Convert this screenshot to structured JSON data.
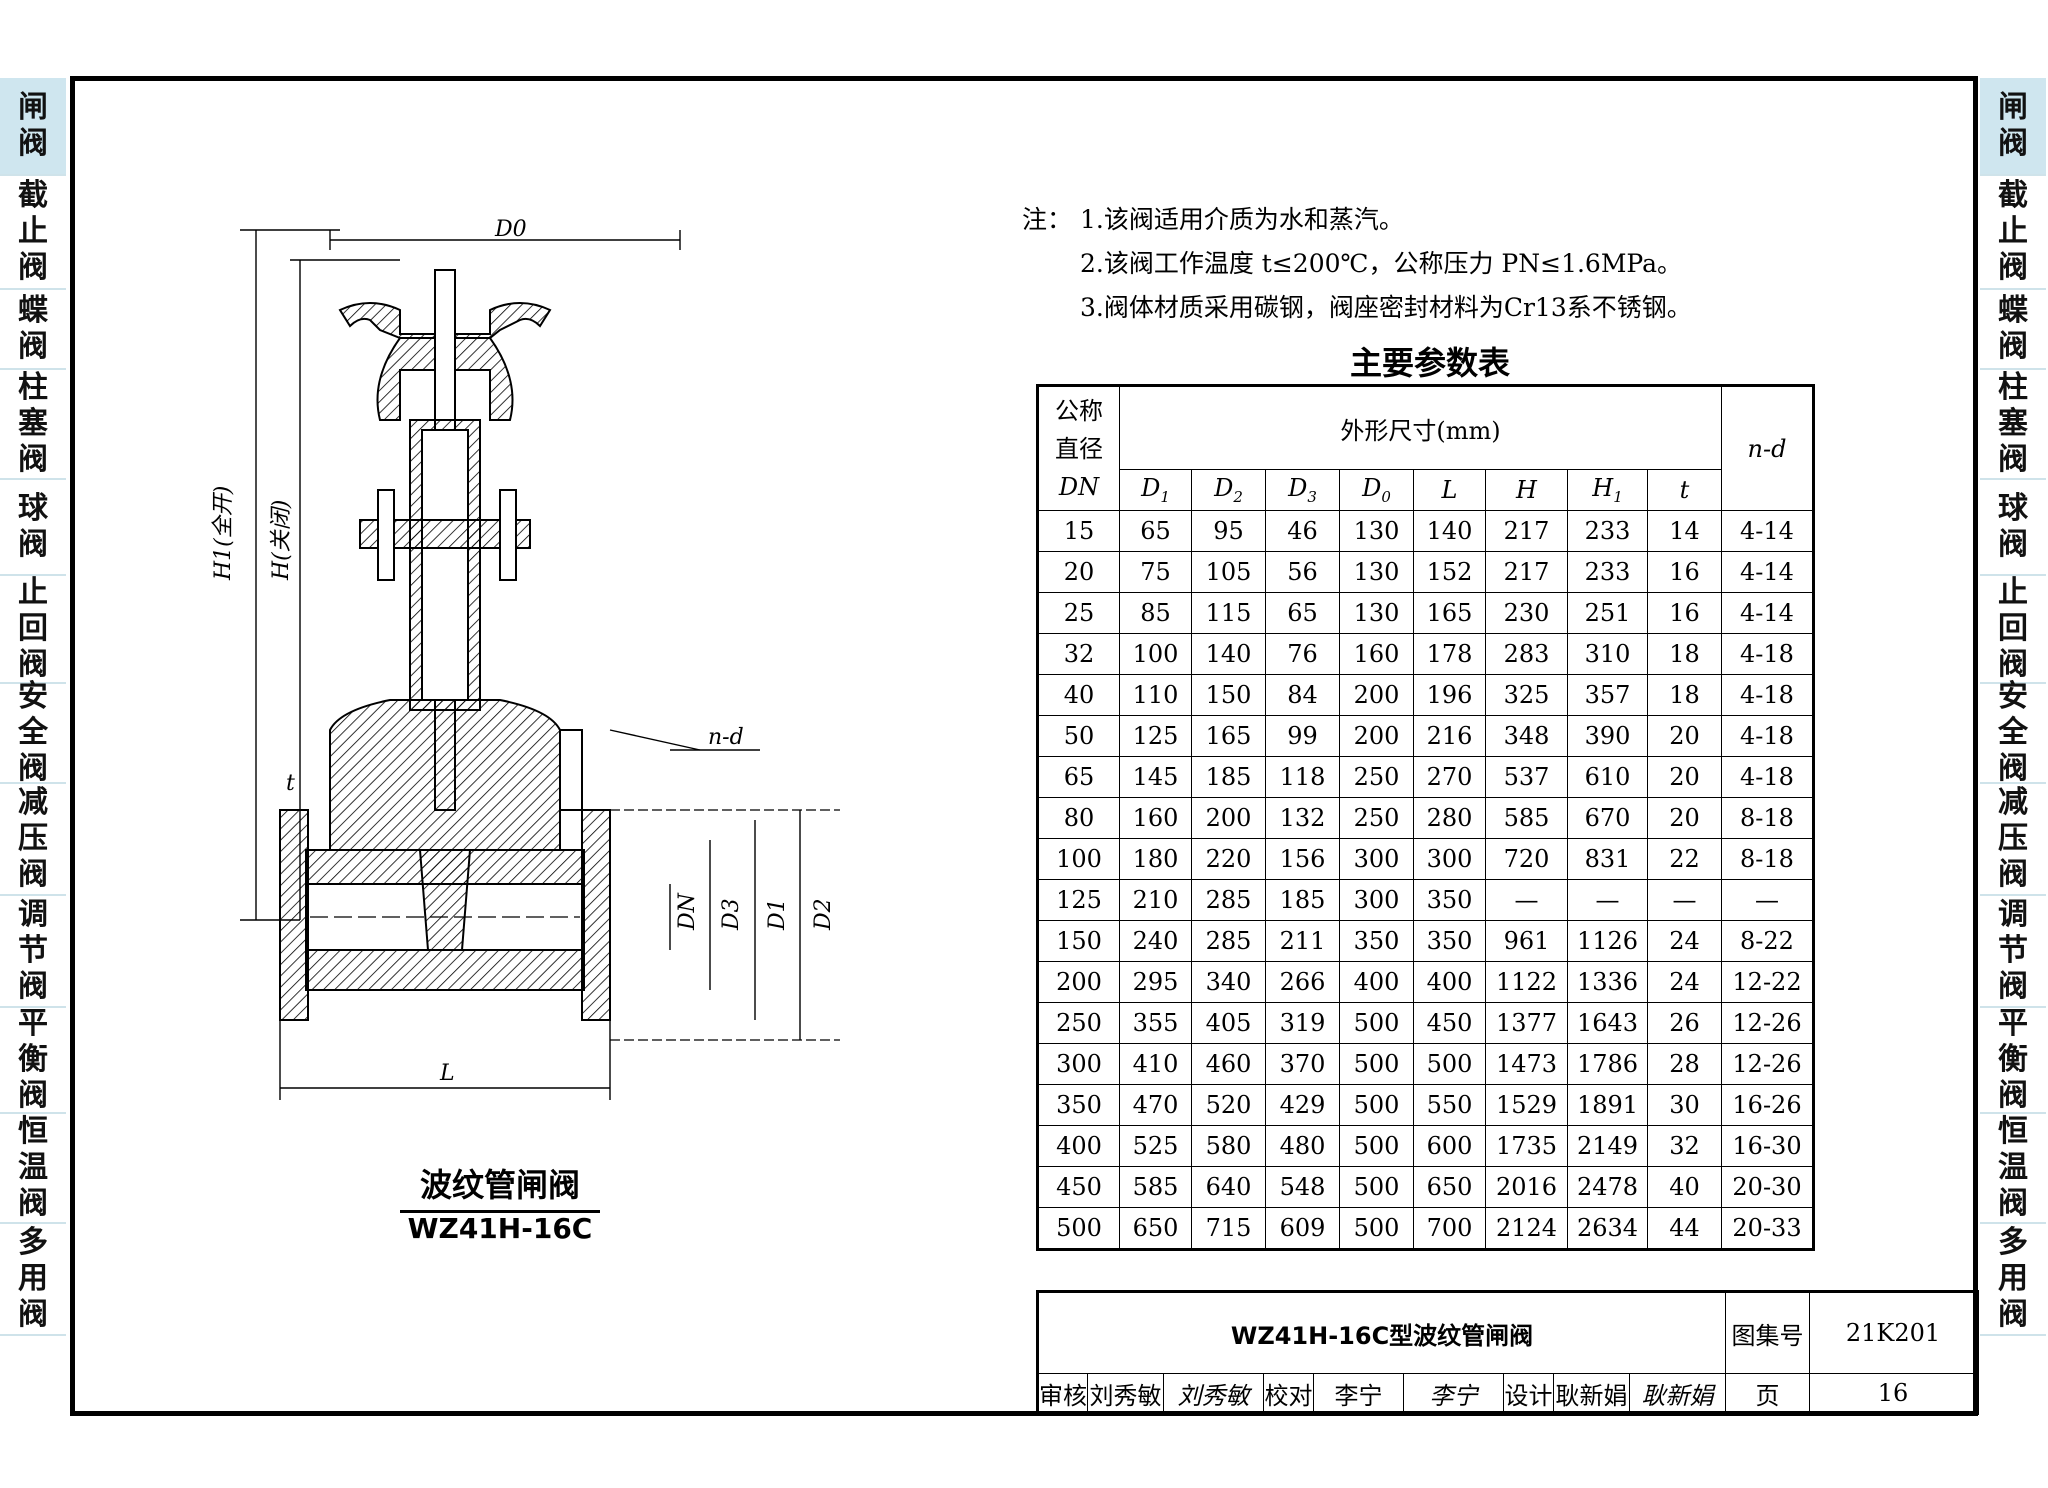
{
  "side_tabs": [
    {
      "label": "闸阀",
      "active": true
    },
    {
      "label": "截止阀"
    },
    {
      "label": "蝶阀"
    },
    {
      "label": "柱塞阀"
    },
    {
      "label": "球阀"
    },
    {
      "label": "止回阀"
    },
    {
      "label": "安全阀"
    },
    {
      "label": "减压阀"
    },
    {
      "label": "调节阀"
    },
    {
      "label": "平衡阀"
    },
    {
      "label": "恒温阀"
    },
    {
      "label": "多用阀"
    }
  ],
  "notes": {
    "prefix": "注：",
    "items": [
      "1.该阀适用介质为水和蒸汽。",
      "2.该阀工作温度 t≤200℃，公称压力 PN≤1.6MPa。",
      "3.阀体材质采用碳钢，阀座密封材料为Cr13系不锈钢。"
    ]
  },
  "table": {
    "title": "主要参数表",
    "dn_header": [
      "公称",
      "直径",
      "DN"
    ],
    "dim_header": "外形尺寸(mm)",
    "nd_header": "n-d",
    "columns": [
      "D1",
      "D2",
      "D3",
      "D0",
      "L",
      "H",
      "H1",
      "t"
    ],
    "rows": [
      [
        "15",
        "65",
        "95",
        "46",
        "130",
        "140",
        "217",
        "233",
        "14",
        "4-14"
      ],
      [
        "20",
        "75",
        "105",
        "56",
        "130",
        "152",
        "217",
        "233",
        "16",
        "4-14"
      ],
      [
        "25",
        "85",
        "115",
        "65",
        "130",
        "165",
        "230",
        "251",
        "16",
        "4-14"
      ],
      [
        "32",
        "100",
        "140",
        "76",
        "160",
        "178",
        "283",
        "310",
        "18",
        "4-18"
      ],
      [
        "40",
        "110",
        "150",
        "84",
        "200",
        "196",
        "325",
        "357",
        "18",
        "4-18"
      ],
      [
        "50",
        "125",
        "165",
        "99",
        "200",
        "216",
        "348",
        "390",
        "20",
        "4-18"
      ],
      [
        "65",
        "145",
        "185",
        "118",
        "250",
        "270",
        "537",
        "610",
        "20",
        "4-18"
      ],
      [
        "80",
        "160",
        "200",
        "132",
        "250",
        "280",
        "585",
        "670",
        "20",
        "8-18"
      ],
      [
        "100",
        "180",
        "220",
        "156",
        "300",
        "300",
        "720",
        "831",
        "22",
        "8-18"
      ],
      [
        "125",
        "210",
        "285",
        "185",
        "300",
        "350",
        "—",
        "—",
        "—",
        "—"
      ],
      [
        "150",
        "240",
        "285",
        "211",
        "350",
        "350",
        "961",
        "1126",
        "24",
        "8-22"
      ],
      [
        "200",
        "295",
        "340",
        "266",
        "400",
        "400",
        "1122",
        "1336",
        "24",
        "12-22"
      ],
      [
        "250",
        "355",
        "405",
        "319",
        "500",
        "450",
        "1377",
        "1643",
        "26",
        "12-26"
      ],
      [
        "300",
        "410",
        "460",
        "370",
        "500",
        "500",
        "1473",
        "1786",
        "28",
        "12-26"
      ],
      [
        "350",
        "470",
        "520",
        "429",
        "500",
        "550",
        "1529",
        "1891",
        "30",
        "16-26"
      ],
      [
        "400",
        "525",
        "580",
        "480",
        "500",
        "600",
        "1735",
        "2149",
        "32",
        "16-30"
      ],
      [
        "450",
        "585",
        "640",
        "548",
        "500",
        "650",
        "2016",
        "2478",
        "40",
        "20-30"
      ],
      [
        "500",
        "650",
        "715",
        "609",
        "500",
        "700",
        "2124",
        "2634",
        "44",
        "20-33"
      ]
    ]
  },
  "drawing": {
    "caption_title": "波纹管闸阀",
    "caption_model": "WZ41H-16C",
    "labels": {
      "D0": "D0",
      "H1": "H1(全开)",
      "H": "H(关闭)",
      "t": "t",
      "nd": "n-d",
      "DN": "DN",
      "D3": "D3",
      "D1": "D1",
      "D2": "D2",
      "L": "L"
    }
  },
  "title_block": {
    "title": "WZ41H-16C型波纹管闸阀",
    "atlas_label": "图集号",
    "atlas_no": "21K201",
    "review_label": "审核",
    "reviewer": "刘秀敏",
    "reviewer_sig": "刘秀敏",
    "check_label": "校对",
    "checker": "李宁",
    "checker_sig": "李宁",
    "design_label": "设计",
    "designer": "耿新娟",
    "designer_sig": "耿新娟",
    "page_label": "页",
    "page_no": "16"
  }
}
